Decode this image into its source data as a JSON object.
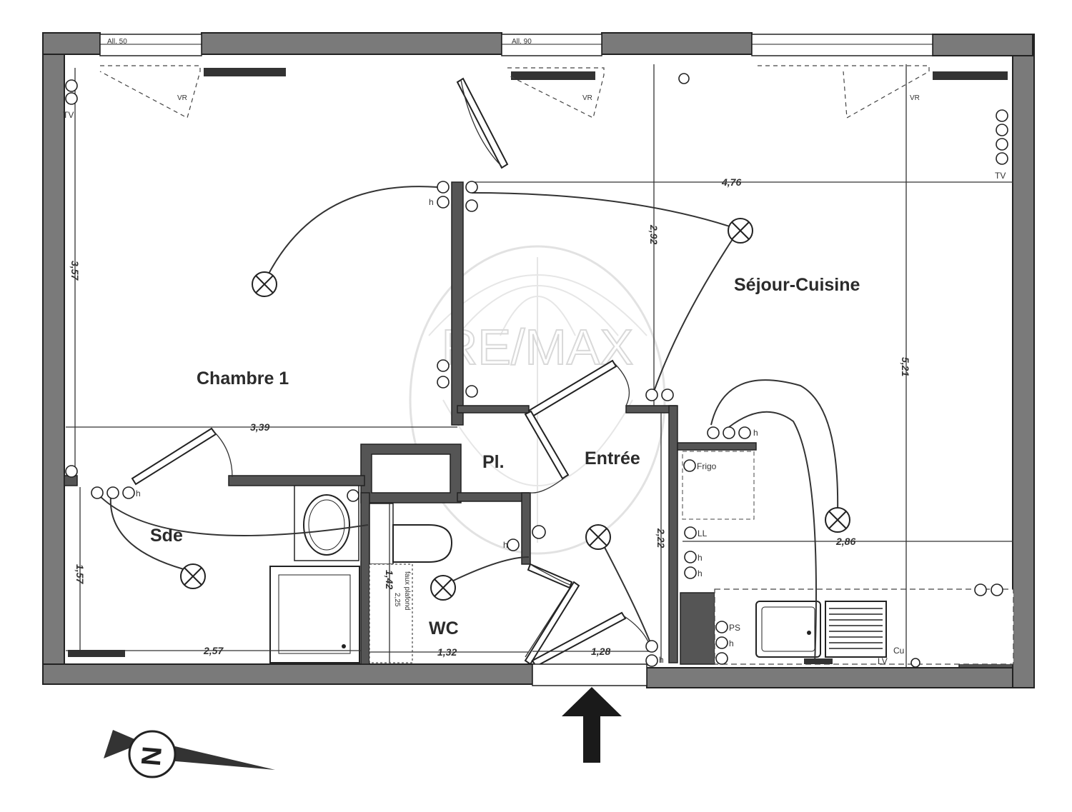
{
  "rooms": {
    "chambre": "Chambre 1",
    "sejour": "Séjour-Cuisine",
    "entree": "Entrée",
    "placard": "Pl.",
    "sde": "Sde",
    "wc": "WC"
  },
  "dimensions": {
    "sejour_width": "4,76",
    "sejour_depth_upper": "2,92",
    "sejour_depth": "5,21",
    "kitchen_width": "2,86",
    "chambre_depth": "3,57",
    "chambre_width": "3,39",
    "sde_depth": "1,57",
    "sde_width": "2,57",
    "wc_width": "1,32",
    "wc_depth": "1,42",
    "entree_width": "1,28",
    "entree_depth": "2,22"
  },
  "labels": {
    "allege_chambre": "All. 50",
    "allege_sejour": "All. 90",
    "vr": "VR",
    "tv": "TV",
    "frigo": "Frigo",
    "ll": "LL",
    "ps": "PS",
    "lv": "LV",
    "cu": "Cu",
    "h": "h",
    "faux_plafond": "faux plafond",
    "faux_plafond_height": "2,25"
  },
  "watermark": "RE/MAX",
  "compass": {
    "letter": "N",
    "icon": "north-compass-icon"
  },
  "entrance_icon": "entrance-arrow-icon",
  "colors": {
    "wall": "#7a7a7a",
    "line": "#222222",
    "watermark": "#d9d9d9"
  }
}
